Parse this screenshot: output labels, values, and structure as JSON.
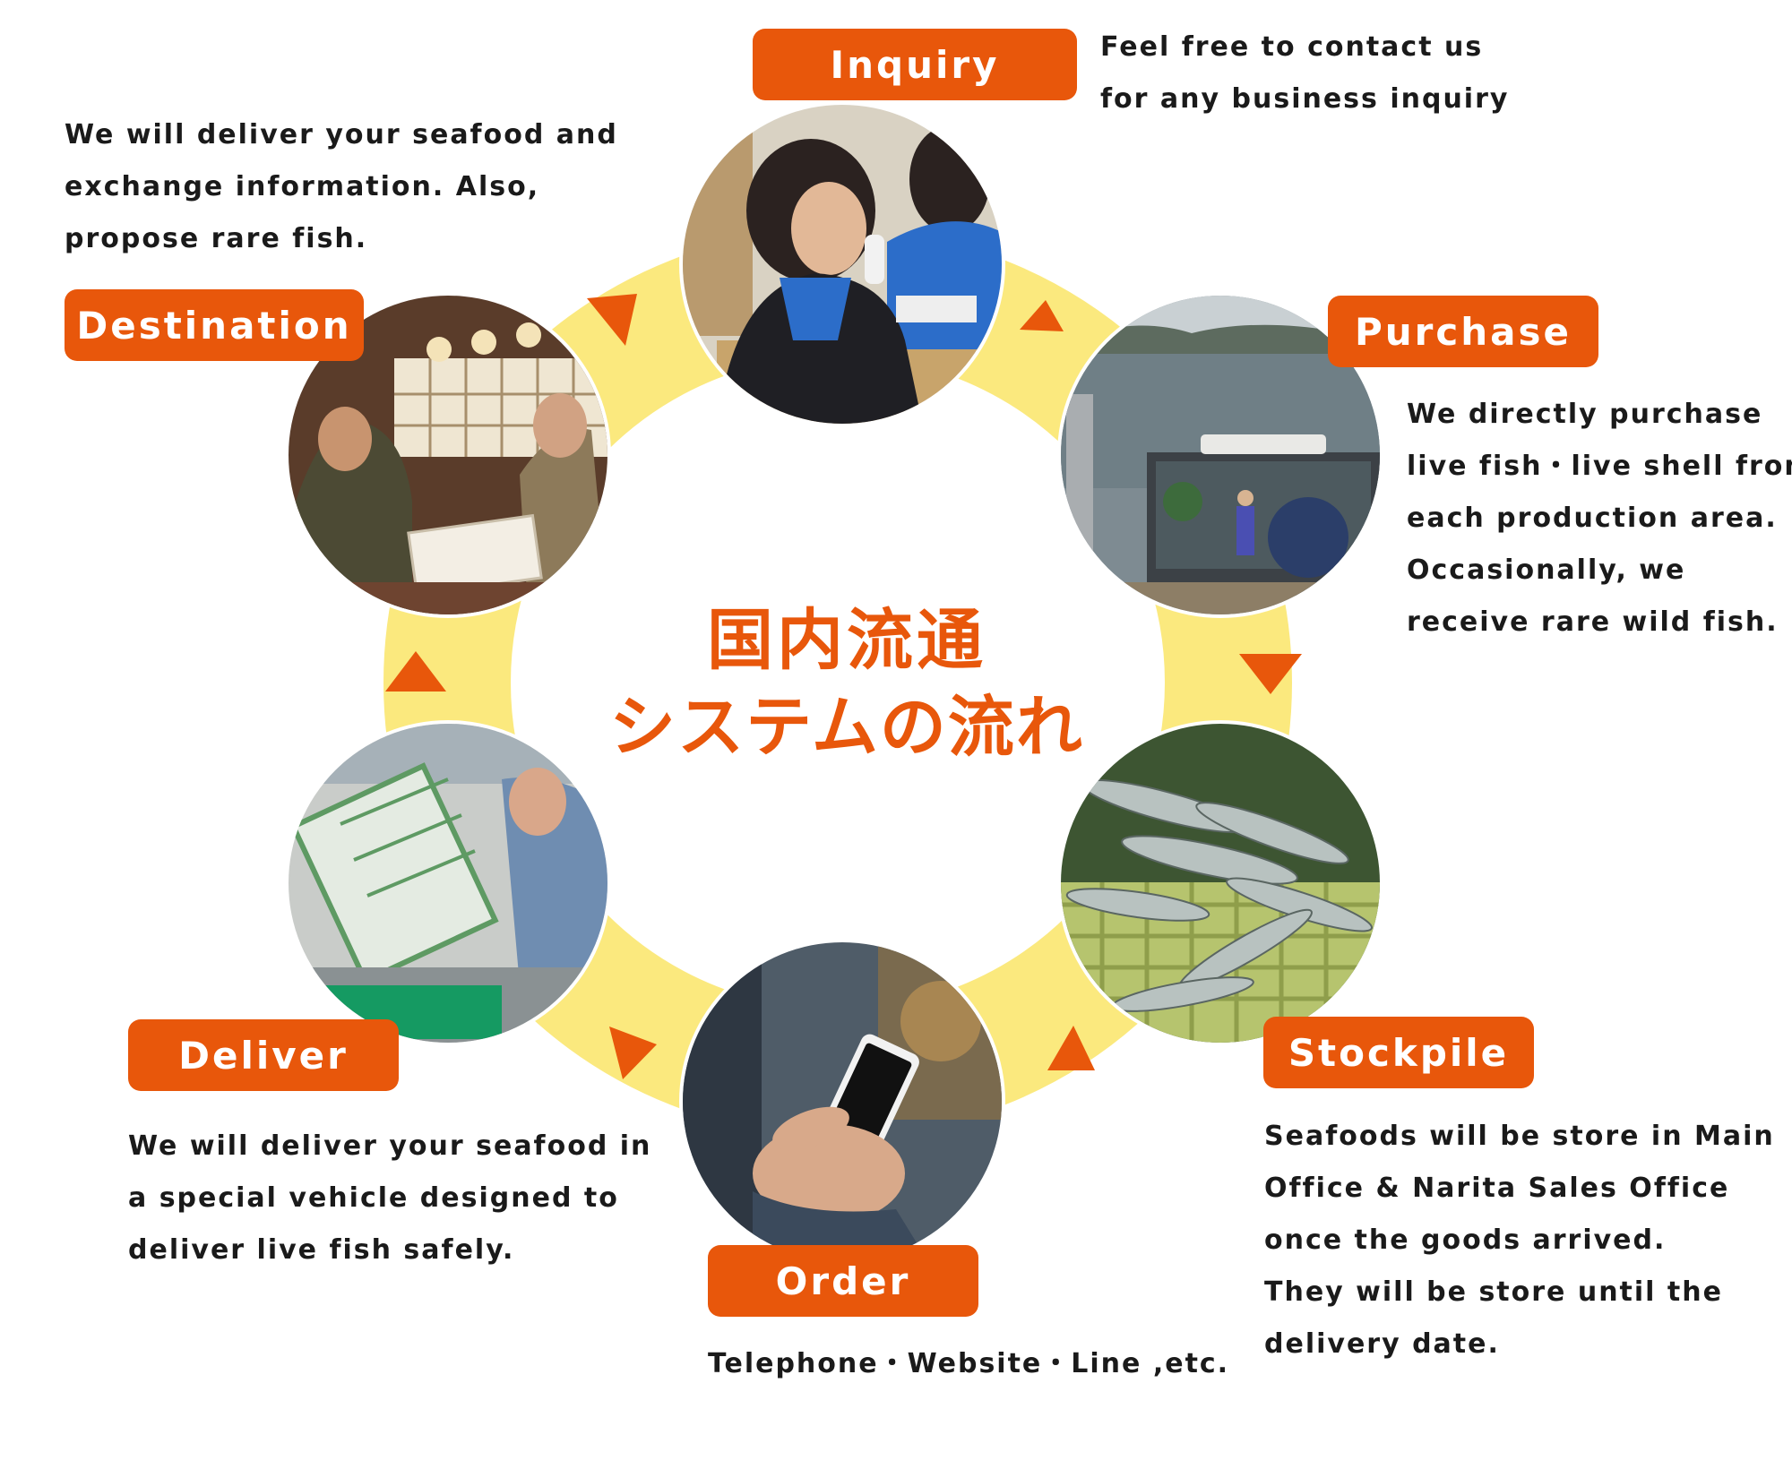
{
  "title": {
    "line1": "国内流通",
    "line2": "システムの流れ"
  },
  "colors": {
    "accent": "#e8570b",
    "ring": "#fbe97e",
    "arrow": "#e8570b"
  },
  "steps": [
    {
      "id": "inquiry",
      "label": "Inquiry",
      "description": [
        "Feel free to contact us",
        "for any business inquiry"
      ],
      "photo": "office staff on telephone"
    },
    {
      "id": "purchase",
      "label": "Purchase",
      "description": [
        "We directly purchase",
        "live fish・live shell from",
        "each production area.",
        "Occasionally, we",
        "receive rare wild fish."
      ],
      "photo": "fish farm harbor"
    },
    {
      "id": "stockpile",
      "label": "Stockpile",
      "description": [
        "Seafoods will be store in Main",
        "Office & Narita Sales Office",
        "once the goods arrived.",
        "They will be store until the",
        "delivery date."
      ],
      "photo": "fish in tank"
    },
    {
      "id": "order",
      "label": "Order",
      "description": [
        "Telephone・Website・Line ,etc."
      ],
      "photo": "hand holding smartphone"
    },
    {
      "id": "deliver",
      "label": "Deliver",
      "description": [
        "We will deliver your seafood in",
        "a special vehicle designed to",
        "deliver live fish safely."
      ],
      "photo": "unloading fish crate"
    },
    {
      "id": "destination",
      "label": "Destination",
      "description": [
        "We will deliver your seafood and",
        "exchange information. Also,",
        "propose rare fish."
      ],
      "photo": "handing over styrofoam box"
    }
  ]
}
